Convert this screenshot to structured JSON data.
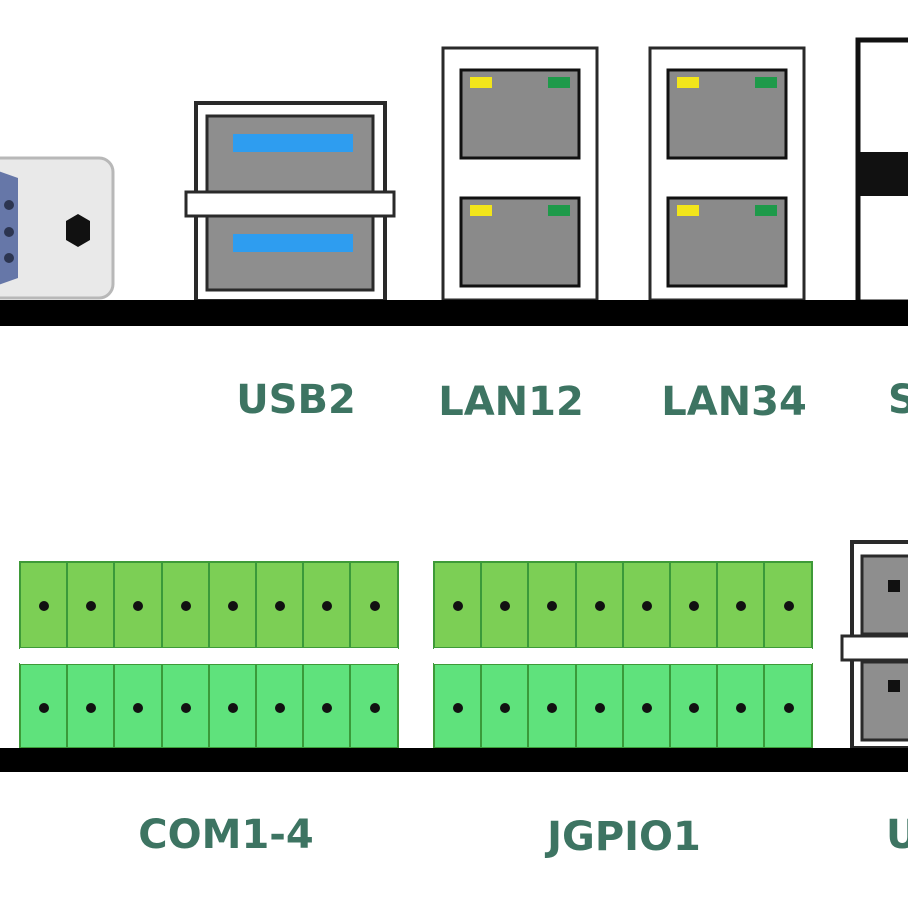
{
  "labels": {
    "usb2": "USB2",
    "lan12": "LAN12",
    "lan34": "LAN34",
    "partial_right_top": "S",
    "com": "COM1-4",
    "jgpio": "JGPIO1",
    "partial_right_bottom": "U"
  },
  "colors": {
    "label": "#3d7462",
    "terminal_top": "#7ccf55",
    "terminal_bottom": "#5fe27c",
    "led_yellow": "#f2e51a",
    "led_green": "#1e9a4a",
    "usb_blue": "#2e9df0",
    "bar": "#000000"
  },
  "icons": [
    "db9-serial-port-icon",
    "hex-screw-icon",
    "usb-port-icon",
    "rj45-port-icon",
    "terminal-block-icon"
  ]
}
